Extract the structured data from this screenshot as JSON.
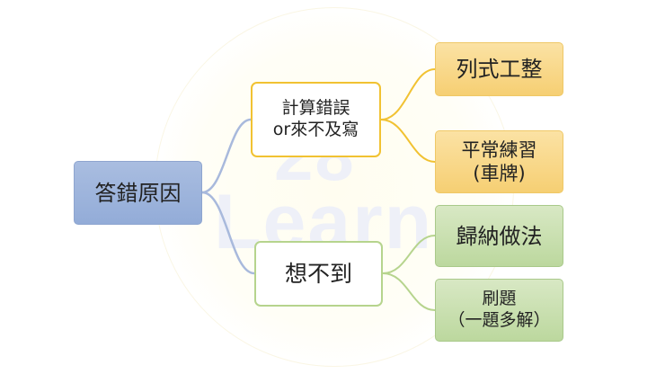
{
  "diagram": {
    "root": {
      "label": "答錯原因"
    },
    "branches": [
      {
        "label": "計算錯誤\nor來不及寫",
        "children": [
          {
            "label": "列式工整"
          },
          {
            "label": "平常練習\n(車牌)"
          }
        ]
      },
      {
        "label": "想不到",
        "children": [
          {
            "label": "歸納做法"
          },
          {
            "label": "刷題\n（一題多解）"
          }
        ]
      }
    ],
    "watermark": {
      "line1": "28",
      "line2": "Learn"
    }
  },
  "colors": {
    "root_fill": "#a9bde0",
    "yellow_accent": "#f1c232",
    "green_accent": "#b6d48d",
    "connector_blue": "#a8b9dc",
    "connector_yellow": "#f1c232",
    "connector_green": "#b6d48d"
  }
}
